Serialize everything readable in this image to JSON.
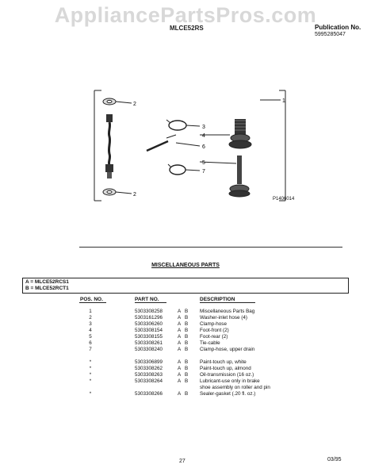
{
  "header": {
    "watermark": "AppliancePartsPros.com",
    "model_code": "MLCE52RS",
    "publication_label": "Publication No.",
    "publication_number": "5995285047"
  },
  "diagram": {
    "callouts": [
      "1",
      "2",
      "3",
      "4",
      "6",
      "5",
      "7",
      "2"
    ],
    "code": "P1406014"
  },
  "section_title": "MISCELLANEOUS PARTS",
  "legend": [
    "A = MLCE52RCS1",
    "B = MLCE52RCT1"
  ],
  "columns": {
    "pos": "POS. NO.",
    "part": "PART NO.",
    "desc": "DESCRIPTION"
  },
  "rows": [
    {
      "pos": "1",
      "part": "5303308258",
      "a": "A",
      "b": "B",
      "desc": "Miscellaneous Parts Bag"
    },
    {
      "pos": "2",
      "part": "5303161296",
      "a": "A",
      "b": "B",
      "desc": "Washer-inlet hose (4)"
    },
    {
      "pos": "3",
      "part": "5303306260",
      "a": "A",
      "b": "B",
      "desc": "Clamp-hose"
    },
    {
      "pos": "4",
      "part": "5303308154",
      "a": "A",
      "b": "B",
      "desc": "Foot-front (2)"
    },
    {
      "pos": "5",
      "part": "5303308155",
      "a": "A",
      "b": "B",
      "desc": "Foot-rear (2)"
    },
    {
      "pos": "6",
      "part": "5303308261",
      "a": "A",
      "b": "B",
      "desc": "Tie-cable"
    },
    {
      "pos": "7",
      "part": "5303308240",
      "a": "A",
      "b": "B",
      "desc": "Clamp-hose, upper drain"
    },
    {
      "pos": "*",
      "part": "5303306899",
      "a": "A",
      "b": "B",
      "desc": "Paint-touch up, white"
    },
    {
      "pos": "*",
      "part": "5303308262",
      "a": "A",
      "b": "B",
      "desc": "Paint-touch up, almond"
    },
    {
      "pos": "*",
      "part": "5303308263",
      "a": "A",
      "b": "B",
      "desc": "Oil-transmission (16 oz.)"
    },
    {
      "pos": "*",
      "part": "5303308264",
      "a": "A",
      "b": "B",
      "desc": "Lubricant-use only in brake"
    },
    {
      "pos": "",
      "part": "",
      "a": "",
      "b": "",
      "desc": "shoe assembly on roller and pin"
    },
    {
      "pos": "*",
      "part": "5303308266",
      "a": "A",
      "b": "B",
      "desc": "Sealer-gasket (.20 fl. oz.)"
    }
  ],
  "footer": {
    "page_number": "27",
    "date": "03/95"
  }
}
